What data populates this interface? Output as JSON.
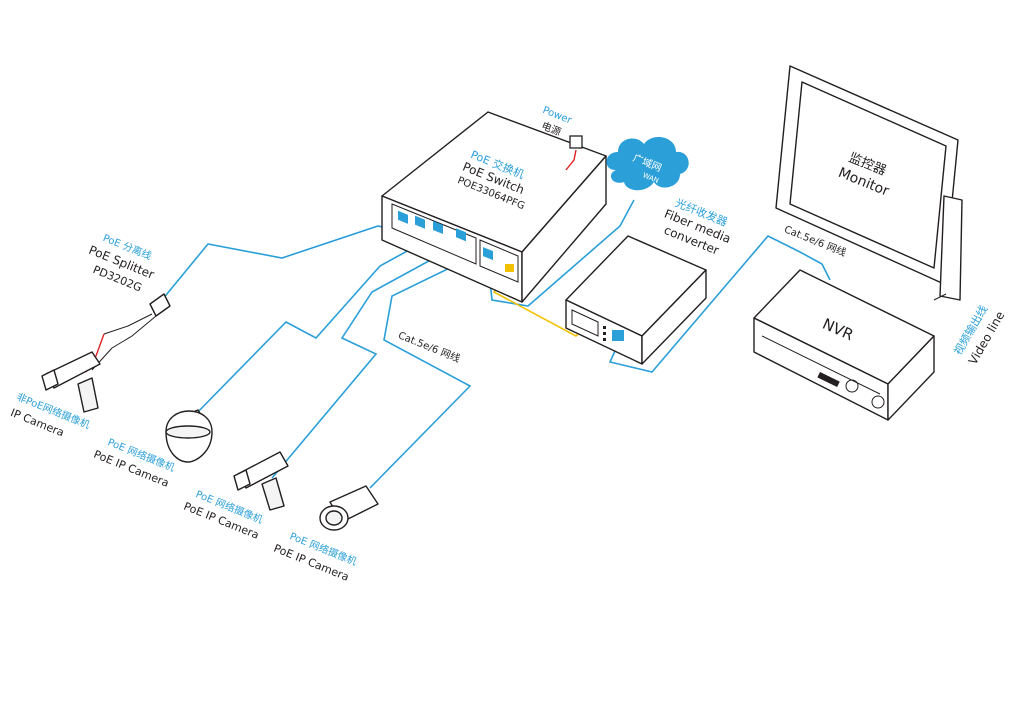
{
  "colors": {
    "accent": "#2a9fd8",
    "line_dark": "#231f20",
    "fiber": "#f2c200",
    "power": "#e02020"
  },
  "switch": {
    "title_cn": "PoE 交换机",
    "title_en": "PoE Switch",
    "model": "POE33064PFG"
  },
  "power": {
    "label_en": "Power",
    "label_cn": "电源"
  },
  "cloud": {
    "label_cn": "广域网",
    "label_en": "WAN"
  },
  "fiber_converter": {
    "label_cn": "光纤收发器",
    "label_en_1": "Fiber media",
    "label_en_2": "converter"
  },
  "splitter": {
    "label_cn": "PoE 分离线",
    "label_en": "PoE Splitter",
    "model": "PD3202G"
  },
  "cable_label_left": "Cat.5e/6 网线",
  "cable_label_right": "Cat.5e/6 网线",
  "monitor": {
    "label_cn": "监控器",
    "label_en": "Monitor"
  },
  "nvr": {
    "label": "NVR"
  },
  "video_line": {
    "label_cn": "视频输出线",
    "label_en": "Video line"
  },
  "cameras": [
    {
      "label_cn": "非PoE网络摄像机",
      "label_en": "IP Camera"
    },
    {
      "label_cn": "PoE 网络摄像机",
      "label_en": "PoE IP Camera"
    },
    {
      "label_cn": "PoE 网络摄像机",
      "label_en": "PoE IP Camera"
    },
    {
      "label_cn": "PoE 网络摄像机",
      "label_en": "PoE IP Camera"
    }
  ]
}
